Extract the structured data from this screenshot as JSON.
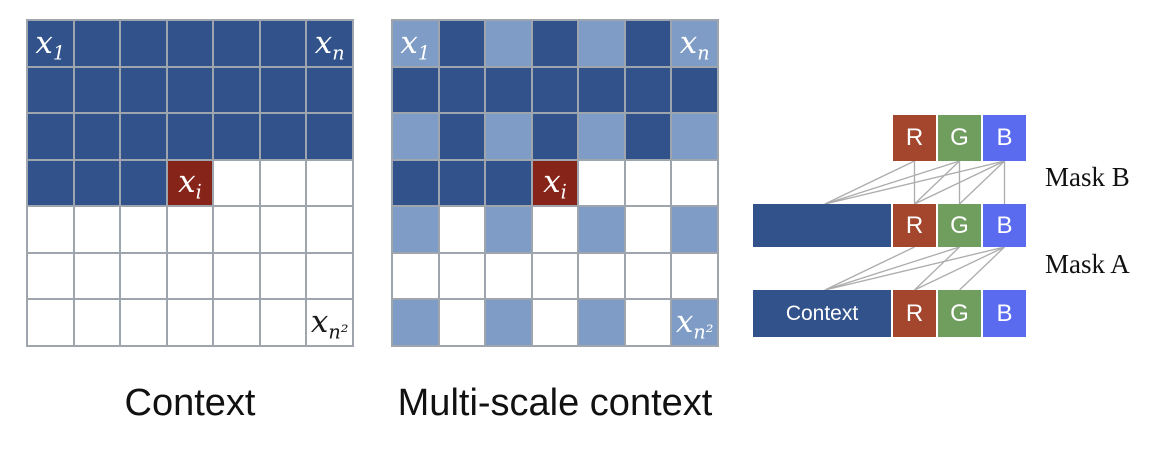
{
  "colors": {
    "dark_blue": "#31528B",
    "light_blue": "#7E9CC5",
    "white": "#FFFFFF",
    "red_cell": "#87241A",
    "rgb_r": "#A4452E",
    "rgb_g": "#6F9E5F",
    "rgb_b": "#5A6BF0",
    "grid_line": "#9EA5AD",
    "connector": "#ACACAC",
    "caption_text": "#111111"
  },
  "cell_code_legend": {
    "D": "dark-blue context",
    "L": "light-blue multiscale context",
    "W": "white future pixel",
    "X": "current pixel (red)"
  },
  "grids": [
    {
      "caption": "Context",
      "rows": [
        [
          "D",
          "D",
          "D",
          "D",
          "D",
          "D",
          "D"
        ],
        [
          "D",
          "D",
          "D",
          "D",
          "D",
          "D",
          "D"
        ],
        [
          "D",
          "D",
          "D",
          "D",
          "D",
          "D",
          "D"
        ],
        [
          "D",
          "D",
          "D",
          "X",
          "W",
          "W",
          "W"
        ],
        [
          "W",
          "W",
          "W",
          "W",
          "W",
          "W",
          "W"
        ],
        [
          "W",
          "W",
          "W",
          "W",
          "W",
          "W",
          "W"
        ],
        [
          "W",
          "W",
          "W",
          "W",
          "W",
          "W",
          "W"
        ]
      ],
      "cell_labels": [
        {
          "row": 0,
          "col": 0,
          "base": "x",
          "sub": "1",
          "color": "#FFFFFF"
        },
        {
          "row": 0,
          "col": 6,
          "base": "x",
          "sub": "n",
          "color": "#FFFFFF"
        },
        {
          "row": 3,
          "col": 3,
          "base": "x",
          "sub": "i",
          "color": "#FFFFFF"
        },
        {
          "row": 6,
          "col": 6,
          "base": "x",
          "sub": "n²",
          "color": "#1A1A1A"
        }
      ]
    },
    {
      "caption": "Multi-scale context",
      "rows": [
        [
          "L",
          "D",
          "L",
          "D",
          "L",
          "D",
          "L"
        ],
        [
          "D",
          "D",
          "D",
          "D",
          "D",
          "D",
          "D"
        ],
        [
          "L",
          "D",
          "L",
          "D",
          "L",
          "D",
          "L"
        ],
        [
          "D",
          "D",
          "D",
          "X",
          "W",
          "W",
          "W"
        ],
        [
          "L",
          "W",
          "L",
          "W",
          "L",
          "W",
          "L"
        ],
        [
          "W",
          "W",
          "W",
          "W",
          "W",
          "W",
          "W"
        ],
        [
          "L",
          "W",
          "L",
          "W",
          "L",
          "W",
          "L"
        ]
      ],
      "cell_labels": [
        {
          "row": 0,
          "col": 0,
          "base": "x",
          "sub": "1",
          "color": "#FFFFFF"
        },
        {
          "row": 0,
          "col": 6,
          "base": "x",
          "sub": "n",
          "color": "#FFFFFF"
        },
        {
          "row": 3,
          "col": 3,
          "base": "x",
          "sub": "i",
          "color": "#FFFFFF"
        },
        {
          "row": 6,
          "col": 6,
          "base": "x",
          "sub": "n²",
          "color": "#FFFFFF"
        }
      ]
    }
  ],
  "rgb_diagram": {
    "rows": [
      {
        "id": "top",
        "bar": null,
        "squares": [
          "R",
          "G",
          "B"
        ]
      },
      {
        "id": "middle",
        "bar": {
          "label": ""
        },
        "squares": [
          "R",
          "G",
          "B"
        ]
      },
      {
        "id": "bottom",
        "bar": {
          "label": "Context"
        },
        "squares": [
          "R",
          "G",
          "B"
        ]
      }
    ],
    "masks": [
      {
        "label": "Mask B",
        "between": [
          "top",
          "middle"
        ],
        "connections": [
          {
            "from": "R",
            "to": [
              "ctx",
              "R"
            ]
          },
          {
            "from": "G",
            "to": [
              "ctx",
              "R",
              "G"
            ]
          },
          {
            "from": "B",
            "to": [
              "ctx",
              "R",
              "G",
              "B"
            ]
          }
        ]
      },
      {
        "label": "Mask A",
        "between": [
          "middle",
          "bottom"
        ],
        "connections": [
          {
            "from": "R",
            "to": [
              "ctx"
            ]
          },
          {
            "from": "G",
            "to": [
              "ctx",
              "R"
            ]
          },
          {
            "from": "B",
            "to": [
              "ctx",
              "R",
              "G"
            ]
          }
        ]
      }
    ]
  }
}
